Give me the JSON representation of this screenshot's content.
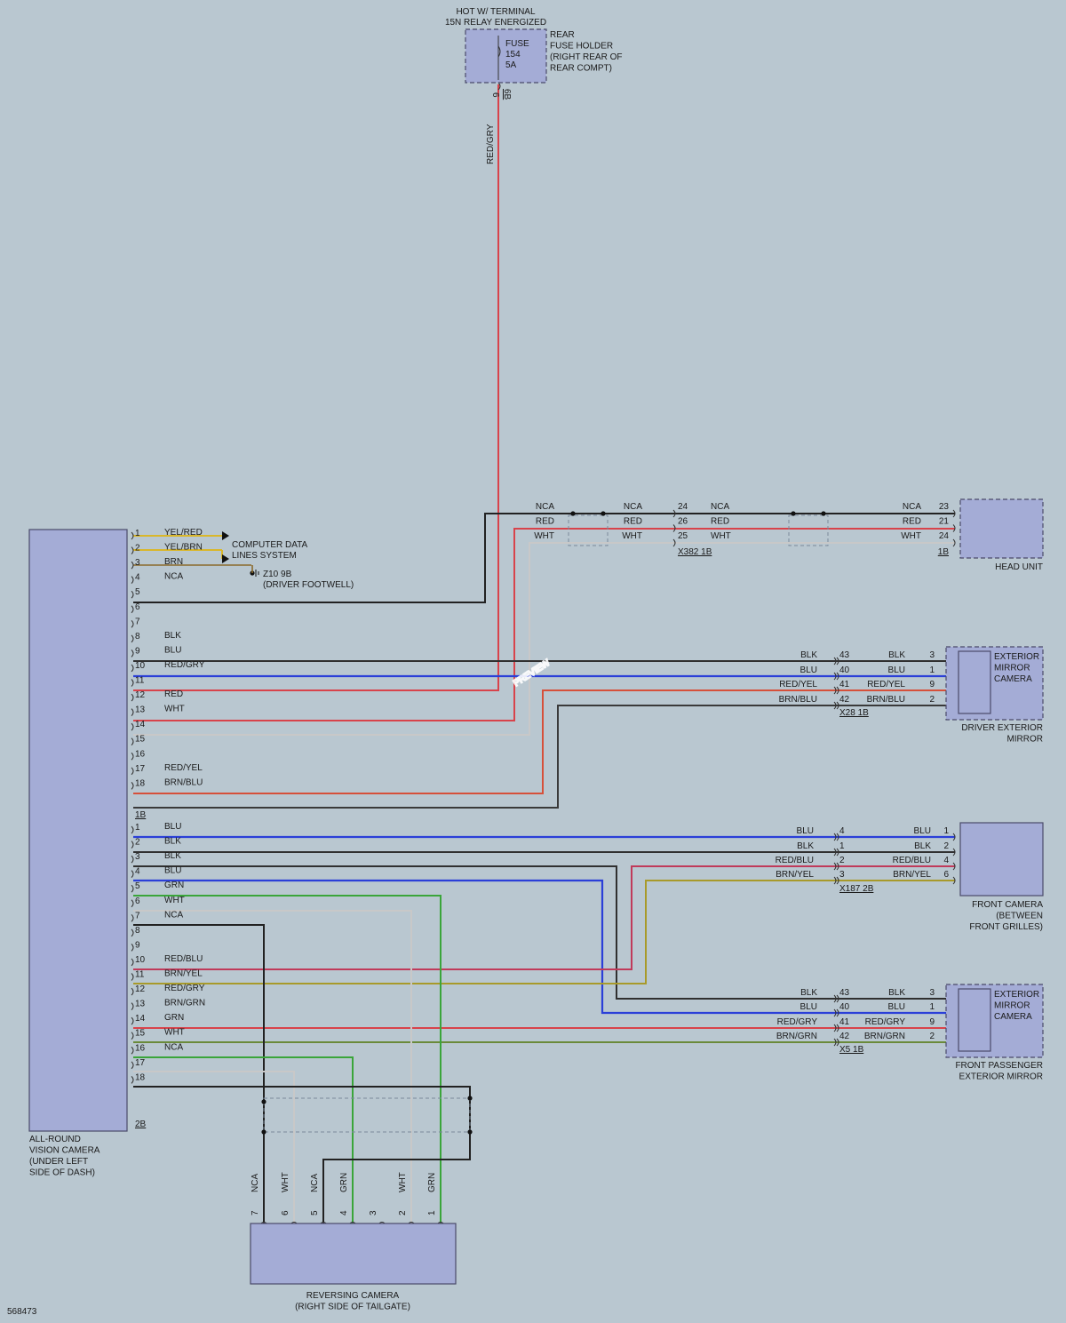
{
  "colors": {
    "background": "#b9c7d0",
    "component": "#a4acd6",
    "RED/GRY": "#d8434b",
    "RED": "#d8434b",
    "YEL/RED": "#d9b72b",
    "YEL/BRN": "#d9b72b",
    "BRN": "#8a6a2a",
    "NCA": "#222222",
    "BLK": "#303030",
    "BLU": "#2b3fd8",
    "WHT": "#c8c8c8",
    "GRN": "#3aa53a",
    "RED/YEL": "#d6503a",
    "BRN/BLU": "#3a3a3a",
    "RED/BLU": "#c03a5a",
    "BRN/YEL": "#a89a2a",
    "BRN/GRN": "#6a8a3a"
  },
  "fuse": {
    "supply": [
      "HOT W/ TERMINAL",
      "15N RELAY ENERGIZED"
    ],
    "fuse_text": [
      "FUSE",
      "154",
      "5A"
    ],
    "holder_text": [
      "REAR",
      "FUSE HOLDER",
      "(RIGHT REAR OF",
      "REAR COMPT)"
    ],
    "pin": "6",
    "connector": "6B",
    "wire": "RED/GRY"
  },
  "camera_module": {
    "label": [
      "ALL-ROUND",
      "VISION CAMERA",
      "(UNDER LEFT",
      "SIDE OF DASH)"
    ],
    "connector_1": "1B",
    "connector_2": "2B",
    "pins_1": [
      {
        "n": "1",
        "c": "YEL/RED"
      },
      {
        "n": "2",
        "c": "YEL/BRN"
      },
      {
        "n": "3",
        "c": "BRN"
      },
      {
        "n": "4",
        "c": "NCA"
      },
      {
        "n": "5",
        "c": ""
      },
      {
        "n": "6",
        "c": ""
      },
      {
        "n": "7",
        "c": ""
      },
      {
        "n": "8",
        "c": "BLK"
      },
      {
        "n": "9",
        "c": "BLU"
      },
      {
        "n": "10",
        "c": "RED/GRY"
      },
      {
        "n": "11",
        "c": ""
      },
      {
        "n": "12",
        "c": "RED"
      },
      {
        "n": "13",
        "c": "WHT"
      },
      {
        "n": "14",
        "c": ""
      },
      {
        "n": "15",
        "c": ""
      },
      {
        "n": "16",
        "c": ""
      },
      {
        "n": "17",
        "c": "RED/YEL"
      },
      {
        "n": "18",
        "c": "BRN/BLU"
      }
    ],
    "pins_2": [
      {
        "n": "1",
        "c": "BLU"
      },
      {
        "n": "2",
        "c": "BLK"
      },
      {
        "n": "3",
        "c": "BLK"
      },
      {
        "n": "4",
        "c": "BLU"
      },
      {
        "n": "5",
        "c": "GRN"
      },
      {
        "n": "6",
        "c": "WHT"
      },
      {
        "n": "7",
        "c": "NCA"
      },
      {
        "n": "8",
        "c": ""
      },
      {
        "n": "9",
        "c": ""
      },
      {
        "n": "10",
        "c": "RED/BLU"
      },
      {
        "n": "11",
        "c": "BRN/YEL"
      },
      {
        "n": "12",
        "c": "RED/GRY"
      },
      {
        "n": "13",
        "c": "BRN/GRN"
      },
      {
        "n": "14",
        "c": "GRN"
      },
      {
        "n": "15",
        "c": "WHT"
      },
      {
        "n": "16",
        "c": "NCA"
      },
      {
        "n": "17",
        "c": ""
      },
      {
        "n": "18",
        "c": ""
      }
    ]
  },
  "computer_data": [
    "COMPUTER DATA",
    "LINES SYSTEM"
  ],
  "ground": [
    "Z10 9B",
    "(DRIVER FOOTWELL)"
  ],
  "head_unit": {
    "label": "HEAD UNIT",
    "connector": "1B",
    "rows": [
      {
        "c": "NCA",
        "x382": "24",
        "hu": "23"
      },
      {
        "c": "RED",
        "x382": "26",
        "hu": "21"
      },
      {
        "c": "WHT",
        "x382": "25",
        "hu": "24"
      }
    ],
    "x382": "X382 1B"
  },
  "driver_mirror": {
    "label": [
      "DRIVER EXTERIOR",
      "MIRROR"
    ],
    "camera": [
      "EXTERIOR",
      "MIRROR",
      "CAMERA"
    ],
    "connector": "X28 1B",
    "rows": [
      {
        "l": "BLK",
        "p": "43",
        "r": "BLK",
        "q": "3"
      },
      {
        "l": "BLU",
        "p": "40",
        "r": "BLU",
        "q": "1"
      },
      {
        "l": "RED/YEL",
        "p": "41",
        "r": "RED/YEL",
        "q": "9"
      },
      {
        "l": "BRN/BLU",
        "p": "42",
        "r": "BRN/BLU",
        "q": "2"
      }
    ]
  },
  "front_camera": {
    "label": [
      "FRONT CAMERA",
      "(BETWEEN",
      "FRONT GRILLES)"
    ],
    "connector": "X187 2B",
    "rows": [
      {
        "l": "BLU",
        "p": "4",
        "r": "BLU",
        "q": "1"
      },
      {
        "l": "BLK",
        "p": "1",
        "r": "BLK",
        "q": "2"
      },
      {
        "l": "RED/BLU",
        "p": "2",
        "r": "RED/BLU",
        "q": "4"
      },
      {
        "l": "BRN/YEL",
        "p": "3",
        "r": "BRN/YEL",
        "q": "6"
      }
    ]
  },
  "passenger_mirror": {
    "label": [
      "FRONT PASSENGER",
      "EXTERIOR MIRROR"
    ],
    "camera": [
      "EXTERIOR",
      "MIRROR",
      "CAMERA"
    ],
    "connector": "X5 1B",
    "rows": [
      {
        "l": "BLK",
        "p": "43",
        "r": "BLK",
        "q": "3"
      },
      {
        "l": "BLU",
        "p": "40",
        "r": "BLU",
        "q": "1"
      },
      {
        "l": "RED/GRY",
        "p": "41",
        "r": "RED/GRY",
        "q": "9"
      },
      {
        "l": "BRN/GRN",
        "p": "42",
        "r": "BRN/GRN",
        "q": "2"
      }
    ]
  },
  "reversing_camera": {
    "label": [
      "REVERSING CAMERA",
      "(RIGHT SIDE OF TAILGATE)"
    ],
    "pins": [
      {
        "n": "7",
        "c": "NCA"
      },
      {
        "n": "6",
        "c": "WHT"
      },
      {
        "n": "5",
        "c": "NCA"
      },
      {
        "n": "4",
        "c": "GRN"
      },
      {
        "n": "3",
        "c": ""
      },
      {
        "n": "2",
        "c": "WHT"
      },
      {
        "n": "1",
        "c": "GRN"
      }
    ]
  },
  "diagram_number": "568473",
  "watermark": "PREVIEW"
}
